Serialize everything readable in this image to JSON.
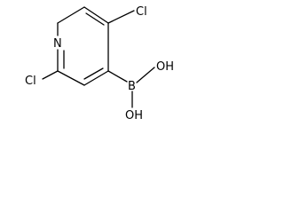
{
  "molecule": {
    "atoms": {
      "n1": "N",
      "cl5": "Cl",
      "cl2": "Cl",
      "b": "B",
      "oh_upper": "OH",
      "oh_lower": "OH"
    }
  }
}
